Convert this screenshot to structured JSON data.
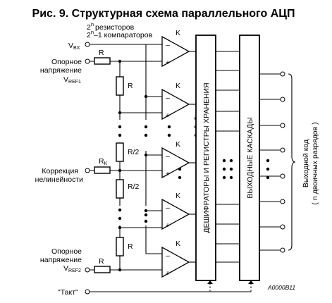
{
  "title": "Рис. 9. Структурная схема параллельного АЦП",
  "counts": {
    "resistors_base": "2",
    "resistors_exp": "n",
    "resistors_text": "резисторов",
    "comparators_base": "2",
    "comparators_exp": "n",
    "comparators_text": "–1 компараторов"
  },
  "inputs": {
    "vin_main": "V",
    "vin_sub": "BX",
    "ref1_line1": "Опорное",
    "ref1_line2": "напряжение",
    "ref1_v": "V",
    "ref1_sub": "REF1",
    "corr_line1": "Коррекция",
    "corr_line2": "нелинейности",
    "ref2_line1": "Опорное",
    "ref2_line2": "напряжение",
    "ref2_v": "V",
    "ref2_sub": "REF2",
    "clock": "\"Такт\""
  },
  "resistors": {
    "r": "R",
    "r_half": "R/2",
    "rk_main": "R",
    "rk_sub": "K"
  },
  "comparator": {
    "k": "K",
    "minus": "–",
    "plus": "+"
  },
  "blocks": {
    "decoder": "ДЕШИФРАТОРЫ  И  РЕГИСТРЫ  ХРАНЕНИЯ",
    "output": "ВЫХОДНЫЕ  КАСКАДЫ"
  },
  "output_code": {
    "line1": "Выходной код",
    "line2": "( n двоичных разрядов )"
  },
  "figure_id": "A0000B11"
}
